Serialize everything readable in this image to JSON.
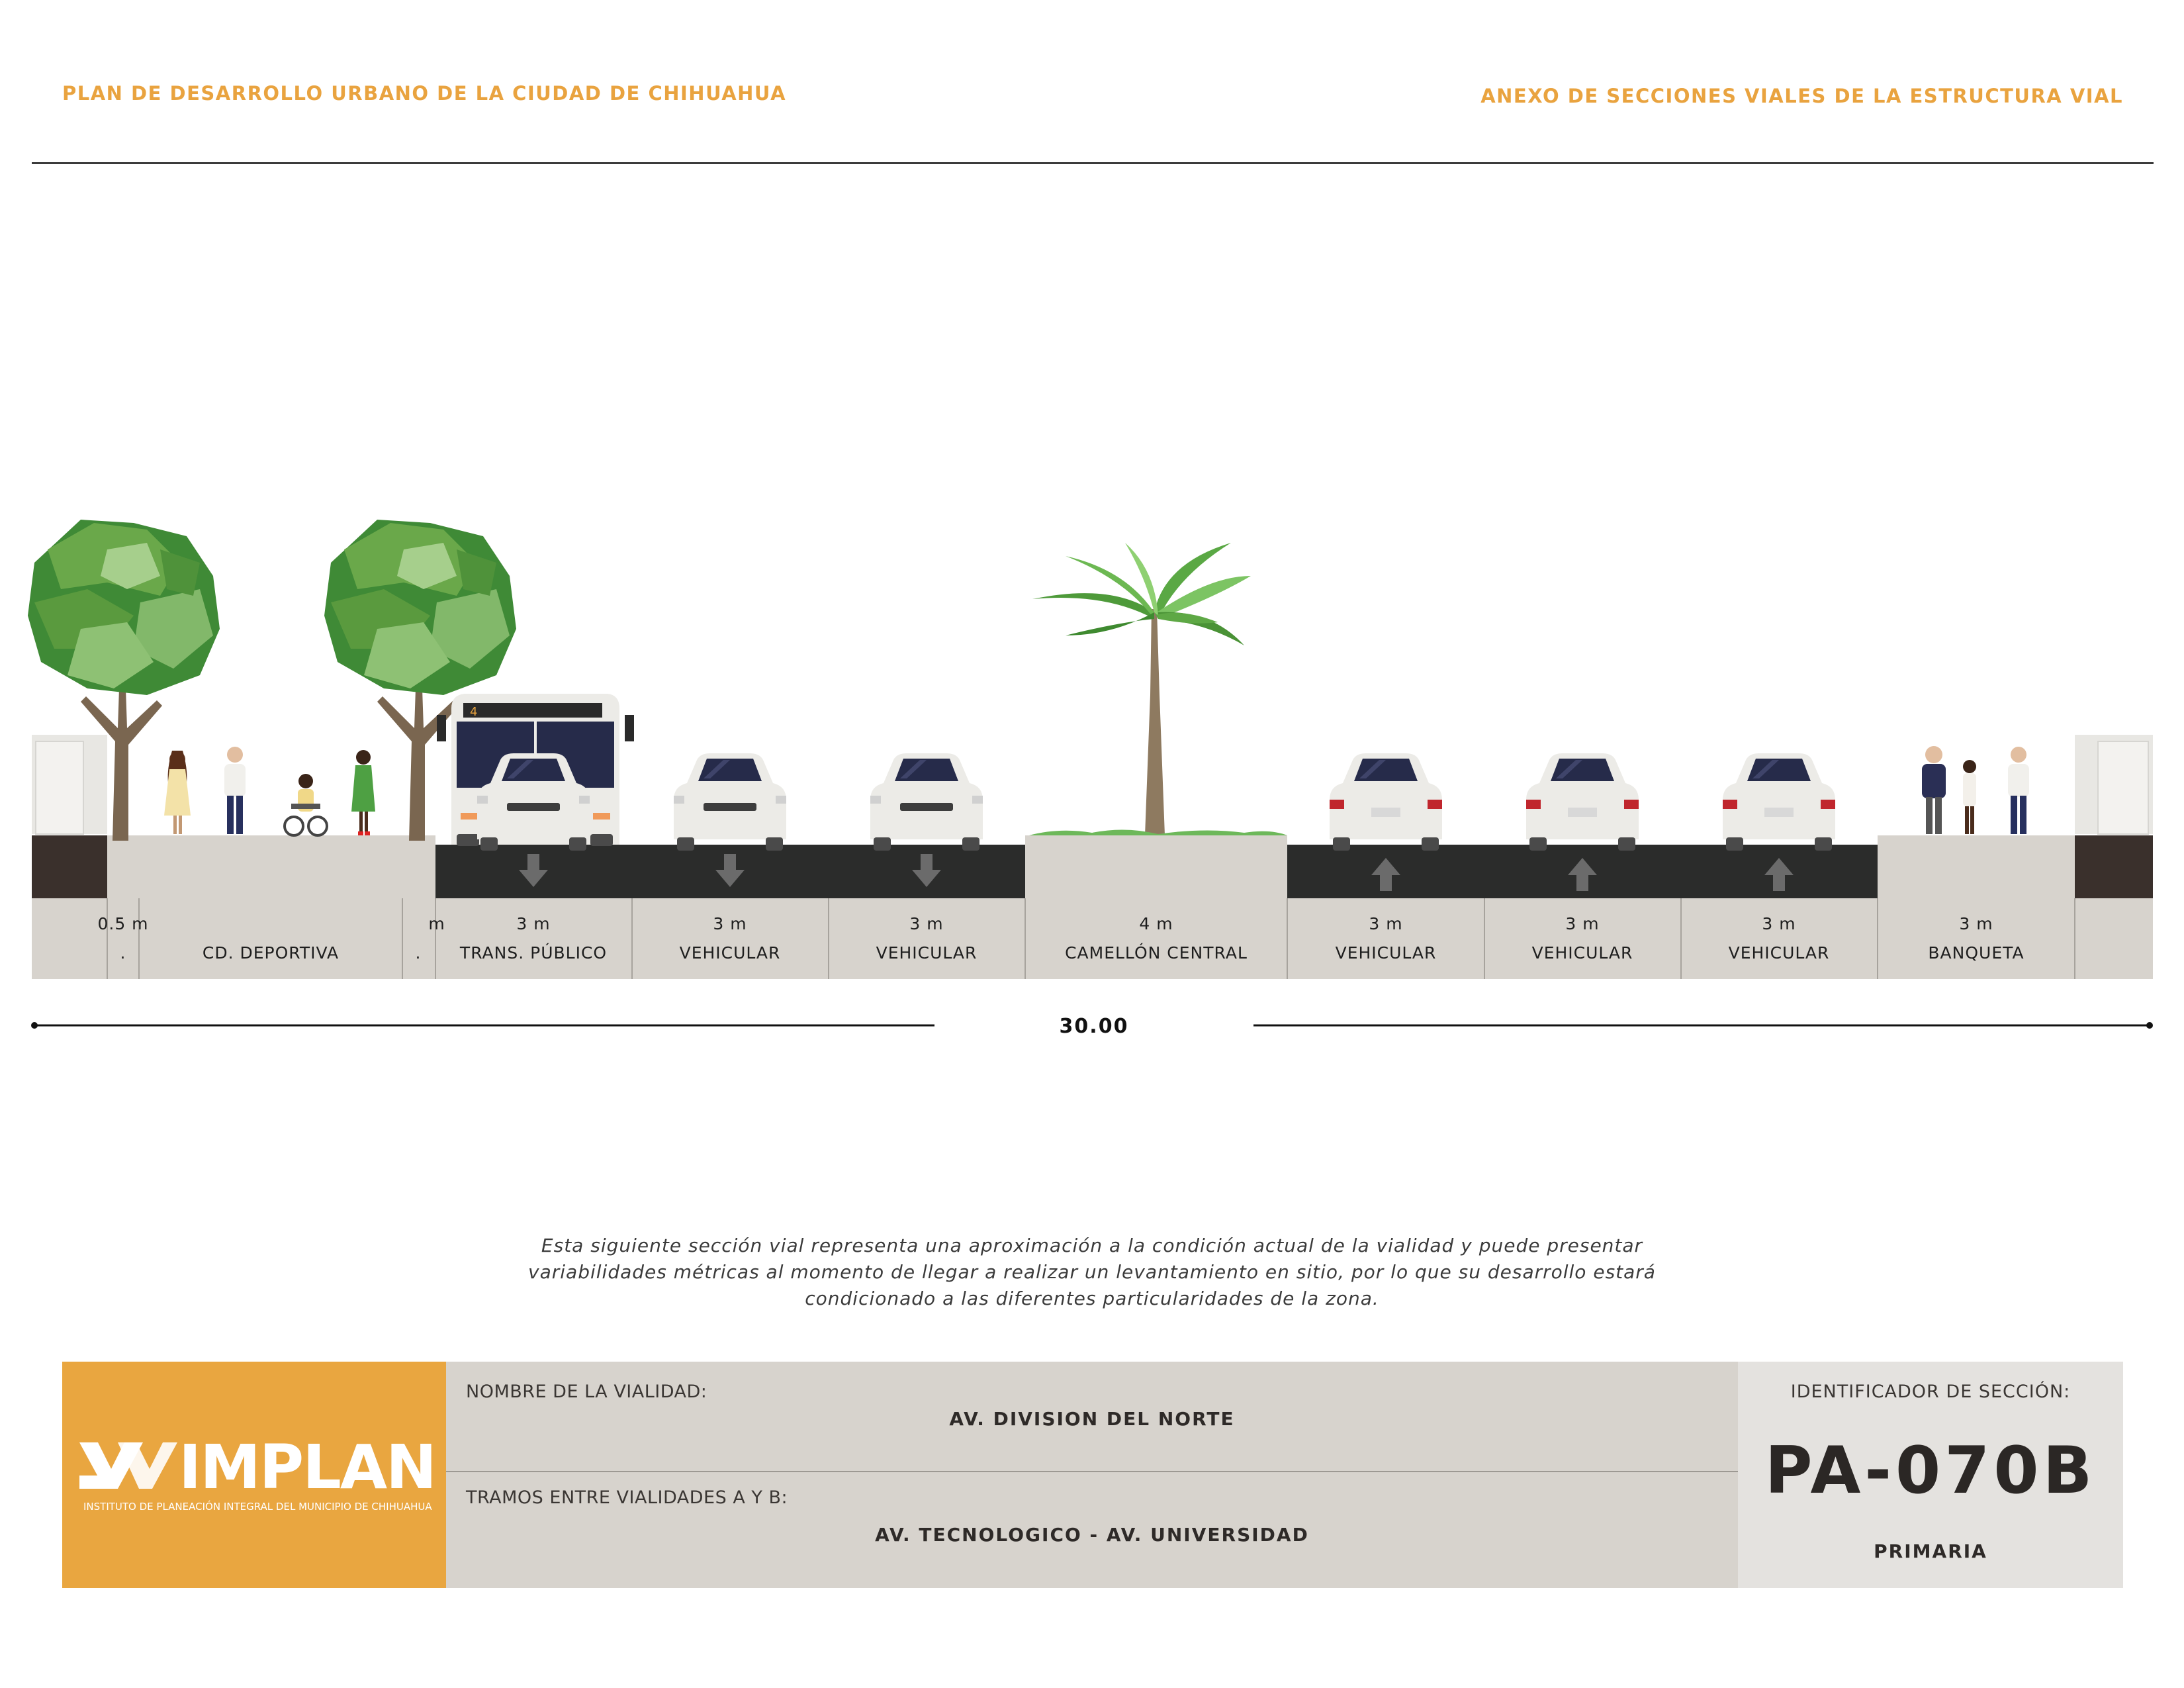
{
  "header": {
    "left_title": "PLAN DE DESARROLLO URBANO DE LA CIUDAD DE CHIHUAHUA",
    "right_title": "ANEXO DE SECCIONES VIALES DE LA ESTRUCTURA VIAL"
  },
  "section": {
    "segments": [
      {
        "width_label": "0.5 m",
        "name": "."
      },
      {
        "width_label": "",
        "name": "CD. DEPORTIVA"
      },
      {
        "width_label": "m",
        "name": "."
      },
      {
        "width_label": "3 m",
        "name": "TRANS. PÚBLICO"
      },
      {
        "width_label": "3 m",
        "name": "VEHICULAR"
      },
      {
        "width_label": "3 m",
        "name": "VEHICULAR"
      },
      {
        "width_label": "4 m",
        "name": "CAMELLÓN CENTRAL"
      },
      {
        "width_label": "3 m",
        "name": "VEHICULAR"
      },
      {
        "width_label": "3 m",
        "name": "VEHICULAR"
      },
      {
        "width_label": "3 m",
        "name": "VEHICULAR"
      },
      {
        "width_label": "3 m",
        "name": "BANQUETA"
      }
    ],
    "total_width": "30.00",
    "bus_route_number": "4",
    "colors": {
      "asphalt": "#2b2c2b",
      "sidewalk": "#d7d3cd",
      "curb_dark": "#3a302c",
      "tree_green": "#5e9b40",
      "palm_green": "#6db85a",
      "arrow_gray": "#6b6b6b"
    }
  },
  "note": {
    "line1": "Esta siguiente sección vial representa una aproximación a la condición actual de la vialidad y puede presentar",
    "line2": "variabilidades métricas al momento de llegar a realizar un levantamiento en sitio, por lo que su desarrollo estará",
    "line3": "condicionado a las diferentes particularidades de la zona."
  },
  "footer": {
    "logo_word": "IMPLAN",
    "logo_subtitle": "INSTITUTO DE PLANEACIÓN INTEGRAL DEL MUNICIPIO DE CHIHUAHUA",
    "road_name_label": "NOMBRE DE LA VIALIDAD:",
    "road_name": "AV. DIVISION DEL NORTE",
    "segment_label": "TRAMOS ENTRE VIALIDADES A Y B:",
    "segment_value": "AV. TECNOLOGICO - AV. UNIVERSIDAD",
    "id_label": "IDENTIFICADOR DE SECCIÓN:",
    "id_code": "PA-070B",
    "road_class": "PRIMARIA",
    "brand_color": "#e9a640"
  }
}
